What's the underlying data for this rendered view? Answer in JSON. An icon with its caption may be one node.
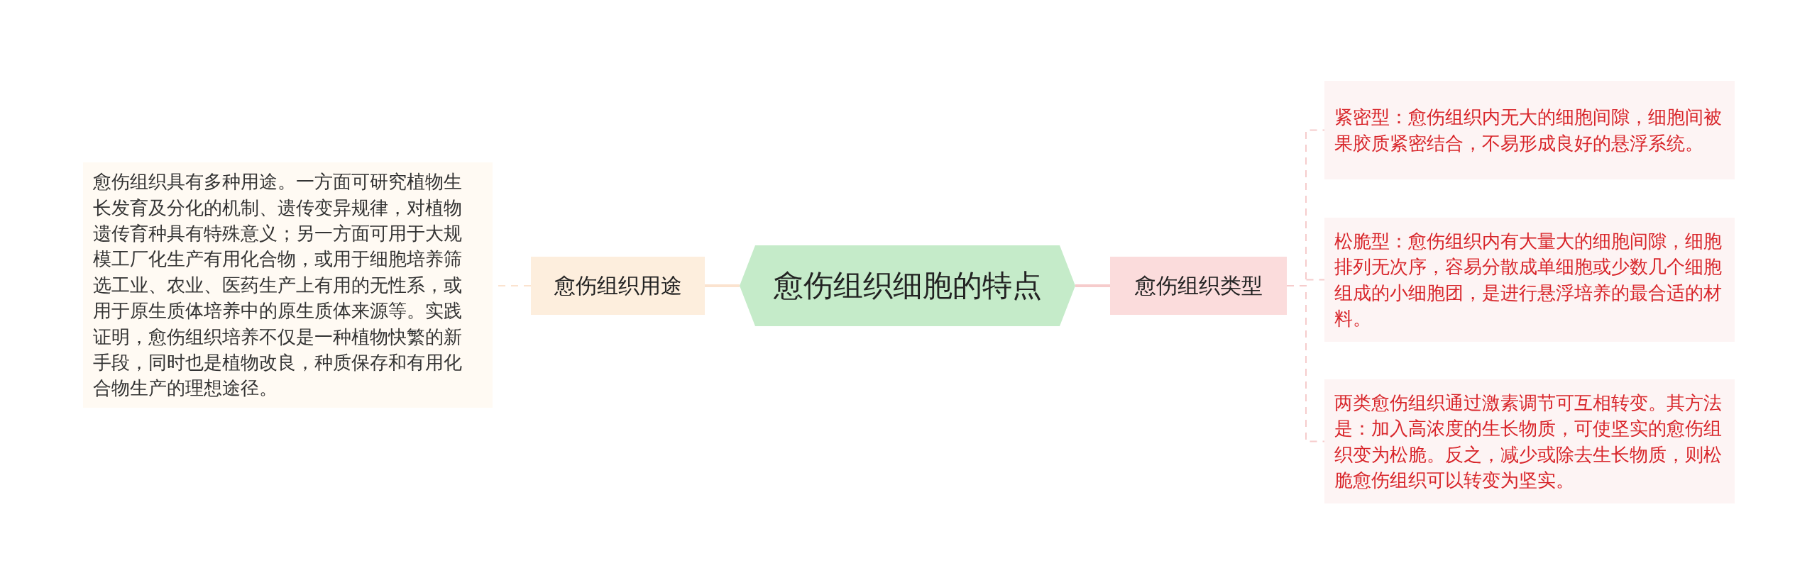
{
  "diagram": {
    "nodes": [
      {
        "text": [
          "愈伤组织细胞的特点"
        ]
      },
      {
        "text": [
          "愈伤组织用途"
        ]
      },
      {
        "text": [
          "愈伤组织具有多种用途。一方面可研究植物生长发育及分化的机制、遗传变异规律，对植物遗传育种具有特殊意义；另一方面可用于大规模工厂化生产有用化合物，或用于细胞培养筛选工业、农业、医药生产上有用的无性系，或用于原生质体培养中的原生质体来源等。实践证明，愈伤组织培养不仅是一种植物快繁的新手段，同时也是植物改良，种质保存和有用化合物生产的理想途径。"
        ]
      },
      {
        "text": [
          "愈伤组织类型"
        ]
      },
      {
        "text": [
          "紧密型：愈伤组织内无大的细胞间隙，细胞间被果胶质紧密结合，不易形成良好的悬浮系统。"
        ]
      },
      {
        "text": [
          "松脆型：愈伤组织内有大量大的细胞间隙，细胞排列无次序，容易分散成单细胞或少数几个细胞组成的小细胞团，是进行悬浮培养的最合适的材料。"
        ]
      },
      {
        "text": [
          "两类愈伤组织通过激素调节可互相转变。其方法是：加入高浓度的生长物质，可使坚实的愈伤组织变为松脆。反之，减少或除去生长物质，则松脆愈伤组织可以转变为坚实。"
        ]
      }
    ],
    "edges": [
      {
        "from": 0,
        "to": 1,
        "arrow": "none",
        "color": "#fbe3cf"
      },
      {
        "from": 1,
        "to": 2,
        "arrow": "none",
        "style": "dashed",
        "color": "#fbe3cf"
      },
      {
        "from": 0,
        "to": 3,
        "arrow": "none"
      },
      {
        "from": 3,
        "to": 4,
        "arrow": "none",
        "style": "dashed"
      },
      {
        "from": 3,
        "to": 5,
        "arrow": "none",
        "style": "dashed"
      },
      {
        "from": 3,
        "to": 6,
        "arrow": "none",
        "style": "dashed"
      }
    ]
  }
}
